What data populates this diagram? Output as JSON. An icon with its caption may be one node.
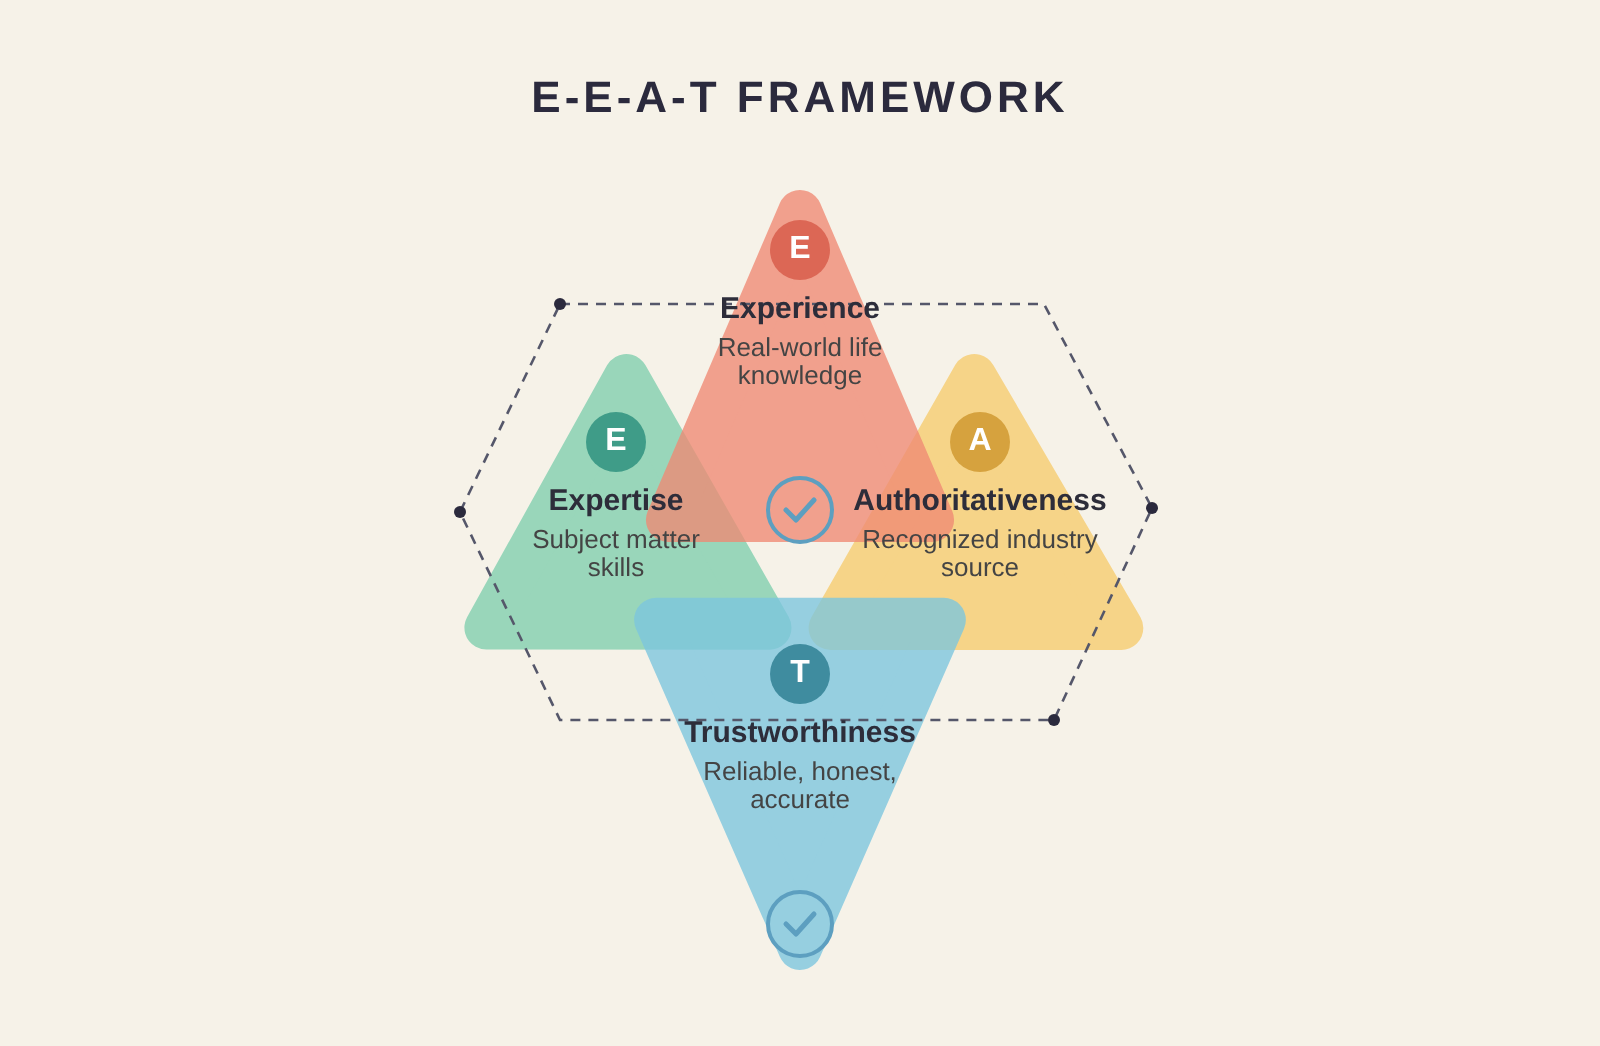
{
  "diagram": {
    "title": "E-E-A-T FRAMEWORK",
    "nodes": [
      {
        "text": [
          "E",
          "Experience",
          "Real-world life knowledge"
        ]
      },
      {
        "text": [
          "E",
          "Expertise",
          "Subject matter skills"
        ]
      },
      {
        "text": [
          "A",
          "Authoritativeness",
          "Recognized industry source"
        ]
      },
      {
        "text": [
          "T",
          "Trustworthiness",
          "Reliable, honest, accurate"
        ]
      }
    ]
  }
}
